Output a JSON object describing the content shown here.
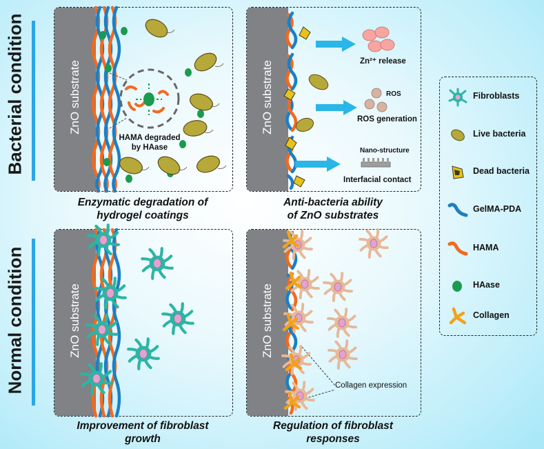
{
  "rows": {
    "bacterial": "Bacterial condition",
    "normal": "Normal condition"
  },
  "substrate_label": "ZnO substrate",
  "panels": {
    "top_left": {
      "caption_line1": "Enzymatic degradation of",
      "caption_line2": "hydrogel coatings",
      "annotation_line1": "HAMA degraded",
      "annotation_line2": "by HAase"
    },
    "top_right": {
      "caption_line1": "Anti-bacteria ability",
      "caption_line2": "of  ZnO substrates",
      "zn_release": "Zn²⁺ release",
      "ros": "ROS",
      "ros_generation": "ROS generation",
      "nano_structure": "Nano-structure",
      "interfacial_contact": "Interfacial contact"
    },
    "bottom_left": {
      "caption_line1": "Improvement of fibroblast",
      "caption_line2": "growth"
    },
    "bottom_right": {
      "caption_line1": "Regulation of fibroblast",
      "caption_line2": "responses",
      "collagen_expression": "Collagen expression"
    }
  },
  "legend": [
    {
      "icon": "fibroblast-icon",
      "label": "Fibroblasts"
    },
    {
      "icon": "live-bacteria-icon",
      "label": "Live bacteria"
    },
    {
      "icon": "dead-bacteria-icon",
      "label": "Dead bacteria"
    },
    {
      "icon": "gelma-pda-icon",
      "label": "GelMA-PDA"
    },
    {
      "icon": "hama-icon",
      "label": "HAMA"
    },
    {
      "icon": "haase-icon",
      "label": "HAase"
    },
    {
      "icon": "collagen-icon",
      "label": "Collagen"
    }
  ],
  "colors": {
    "gelma_pda": "#1b7fc4",
    "hama": "#f26a1f",
    "haase": "#1a9b50",
    "fibroblast": "#2bb5a5",
    "fibroblast_regulated": "#e8b898",
    "collagen": "#f2a21b",
    "bacteria": "#b7a83a",
    "substrate": "#808285",
    "arrow": "#2ab6e6"
  }
}
